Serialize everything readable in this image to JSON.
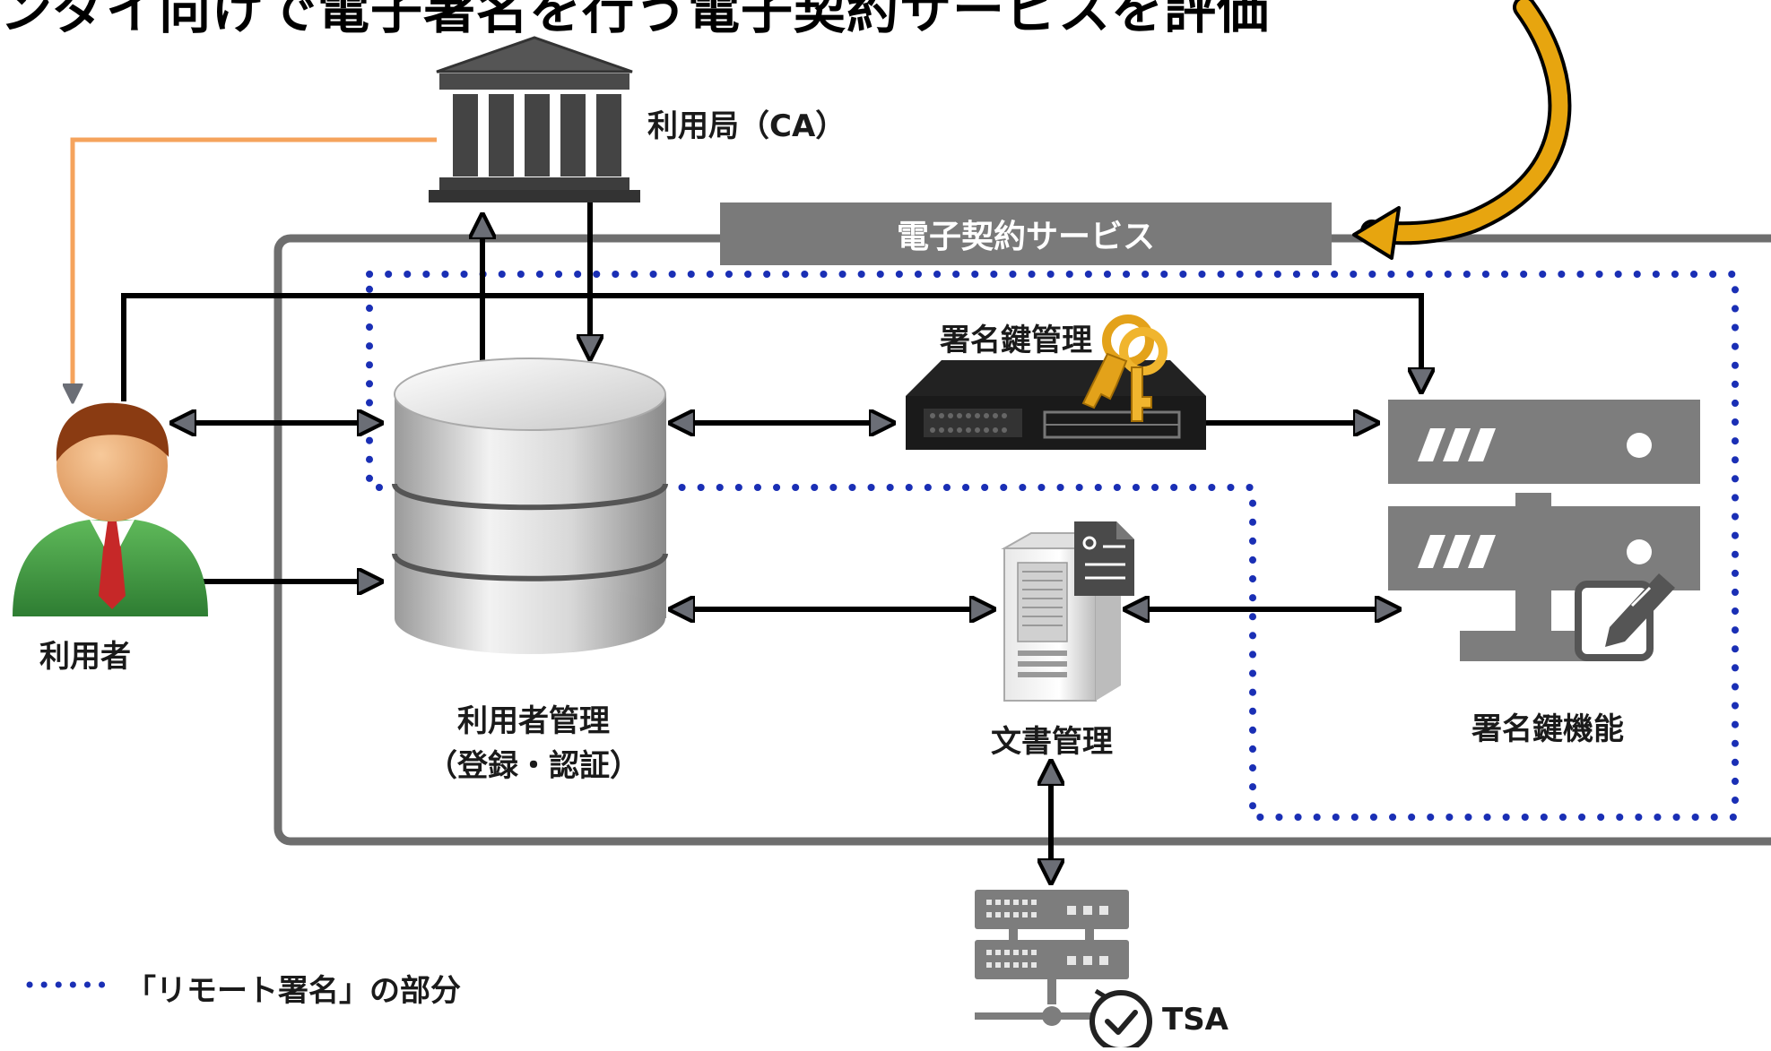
{
  "header": {
    "title": "ンダイ向けで電子署名を行う電子契約サービスを評価"
  },
  "nodes": {
    "ca": "利用局（CA）",
    "user": "利用者",
    "user_mgmt_line1": "利用者管理",
    "user_mgmt_line2": "（登録・認証）",
    "key_mgmt": "署名鍵管理",
    "doc_mgmt": "文書管理",
    "sign_key_func": "署名鍵機能",
    "tsa": "TSA"
  },
  "service_banner": "電子契約サービス",
  "legend": {
    "text": "「リモート署名」の部分"
  },
  "colors": {
    "service_border": "#6e6e6e",
    "remote_sign_dotted": "#1a2fb5",
    "ca_link": "#f5a35c",
    "callout_arrow": "#e7a50f",
    "arrow_head": "#6b6e76"
  },
  "icons": [
    "bank-icon",
    "user-avatar-icon",
    "database-icon",
    "rack-server-icon",
    "keys-icon",
    "document-server-icon",
    "hsm-icon",
    "pen-sign-icon",
    "tsa-server-icon",
    "clock-icon"
  ]
}
